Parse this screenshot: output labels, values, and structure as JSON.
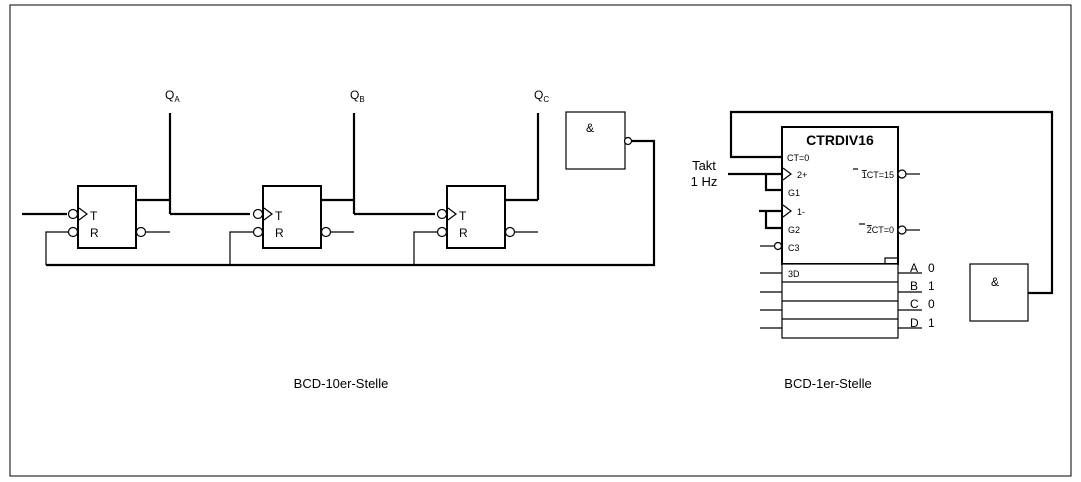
{
  "diagram": {
    "tens_stage": {
      "caption": "BCD-10er-Stelle",
      "flipflops": [
        {
          "t": "T",
          "r": "R",
          "q_main": "Q",
          "q_sub": "A"
        },
        {
          "t": "T",
          "r": "R",
          "q_main": "Q",
          "q_sub": "B"
        },
        {
          "t": "T",
          "r": "R",
          "q_main": "Q",
          "q_sub": "C"
        }
      ],
      "gate": "&"
    },
    "units_stage": {
      "caption": "BCD-1er-Stelle",
      "counter": {
        "title": "CTRDIV16",
        "ct0": "CT=0",
        "up": "2+",
        "g1": "G1",
        "down": "1-",
        "g2": "G2",
        "c3": "C3",
        "ct15_prefix": "1",
        "ct15_rest": "CT=15",
        "ct0b_prefix": "2",
        "ct0b_rest": "CT=0",
        "d3": "3D"
      },
      "clock_line1": "Takt",
      "clock_line2": "1 Hz",
      "outputs": [
        {
          "name": "A",
          "value": "0"
        },
        {
          "name": "B",
          "value": "1"
        },
        {
          "name": "C",
          "value": "0"
        },
        {
          "name": "D",
          "value": "1"
        }
      ],
      "gate": "&"
    }
  }
}
